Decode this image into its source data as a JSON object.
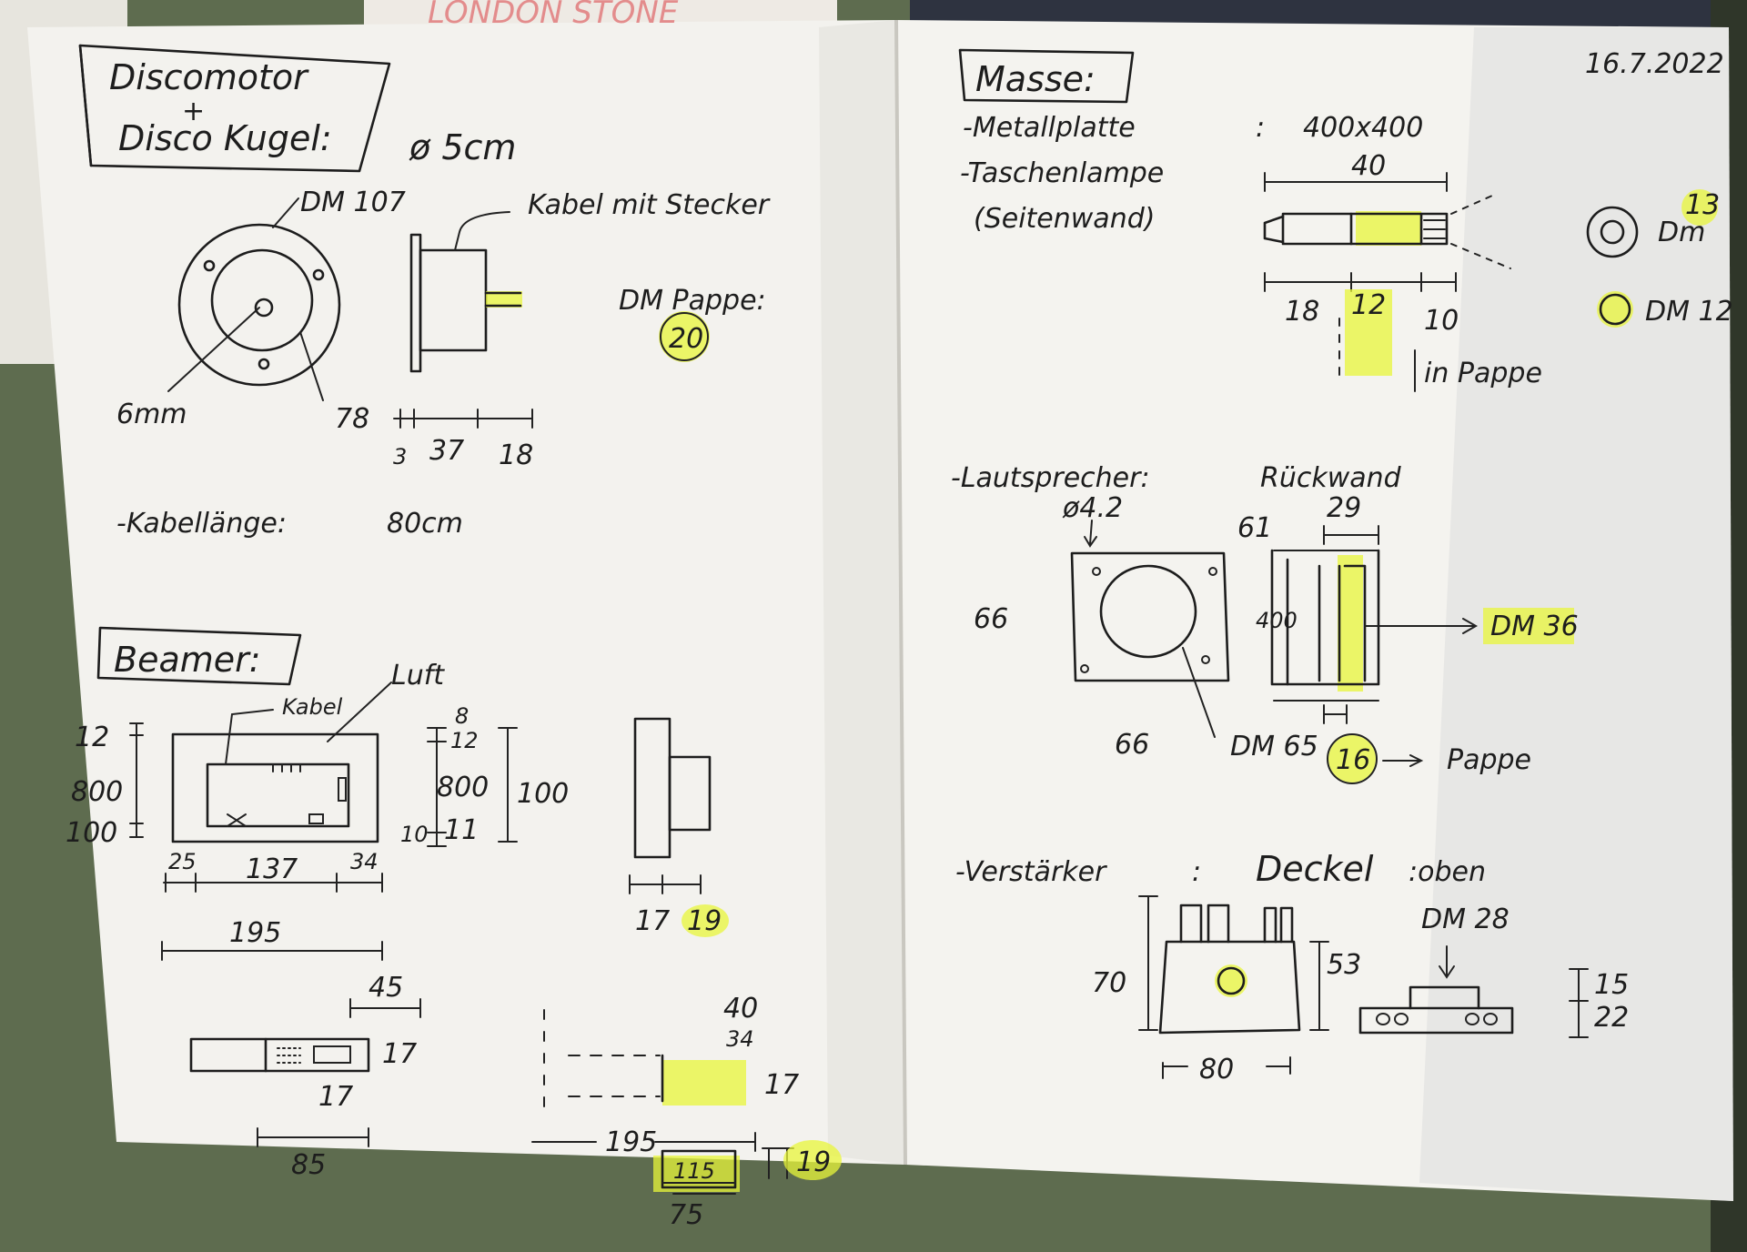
{
  "left_page": {
    "title_disco_line1": "Discomotor",
    "title_plus": "+",
    "title_disco_line2": "Disco Kugel:",
    "diameter": "ø 5cm",
    "dm107": "DM 107",
    "cable_plug": "Kabel mit Stecker",
    "dm_pappe": "DM Pappe:",
    "num_20": "20",
    "six_mm": "6mm",
    "n78": "78",
    "n3": "3",
    "n37": "37",
    "n18": "18",
    "cable_length": "-Kabellänge:",
    "cable_length_val": "80cm",
    "beamer_title": "Beamer:",
    "kabel": "Kabel",
    "luft": "Luft",
    "d12": "12",
    "d800": "800",
    "d100": "100",
    "d25": "25",
    "d137": "137",
    "d34": "34",
    "d195": "195",
    "r8": "8",
    "r12": "12",
    "r800": "800",
    "r11": "11",
    "r10": "10",
    "r100": "100",
    "s17": "17",
    "s19": "19",
    "b45": "45",
    "b17": "17",
    "b17b": "17",
    "b85": "85",
    "c40": "40",
    "c34": "34",
    "c17": "17",
    "c195": "195",
    "c19": "19",
    "c75": "75",
    "c115": "115"
  },
  "right_page": {
    "date": "16.7.2022",
    "title": "Masse:",
    "metal_plate": "-Metallplatte",
    "metal_colon": ":",
    "metal_val": "400x400",
    "flashlight": "-Taschenlampe",
    "side_wall": "(Seitenwand)",
    "fl_40": "40",
    "fl_18": "18",
    "fl_12": "12",
    "fl_10": "10",
    "dm13_dm": "Dm",
    "dm13_num": "13",
    "dm12": "DM 12",
    "in_pappe": "in Pappe",
    "speaker": "-Lautsprecher:",
    "back_wall": "Rückwand",
    "d42": "ø4.2",
    "n61": "61",
    "n29": "29",
    "n66a": "66",
    "n400": "400",
    "dm36": "DM 36",
    "n66b": "66",
    "dm65": "DM 65",
    "n16": "16",
    "pappe": "Pappe",
    "amp": "-Verstärker",
    "amp_colon": ":",
    "deckel": "Deckel",
    "oben": ":oben",
    "dm28": "DM 28",
    "n70": "70",
    "n53": "53",
    "n80": "80",
    "n15": "15",
    "n22": "22"
  },
  "colors": {
    "highlight": "#e8f53a",
    "paper": "#f4f3ef",
    "ink": "#1d1d1d"
  }
}
